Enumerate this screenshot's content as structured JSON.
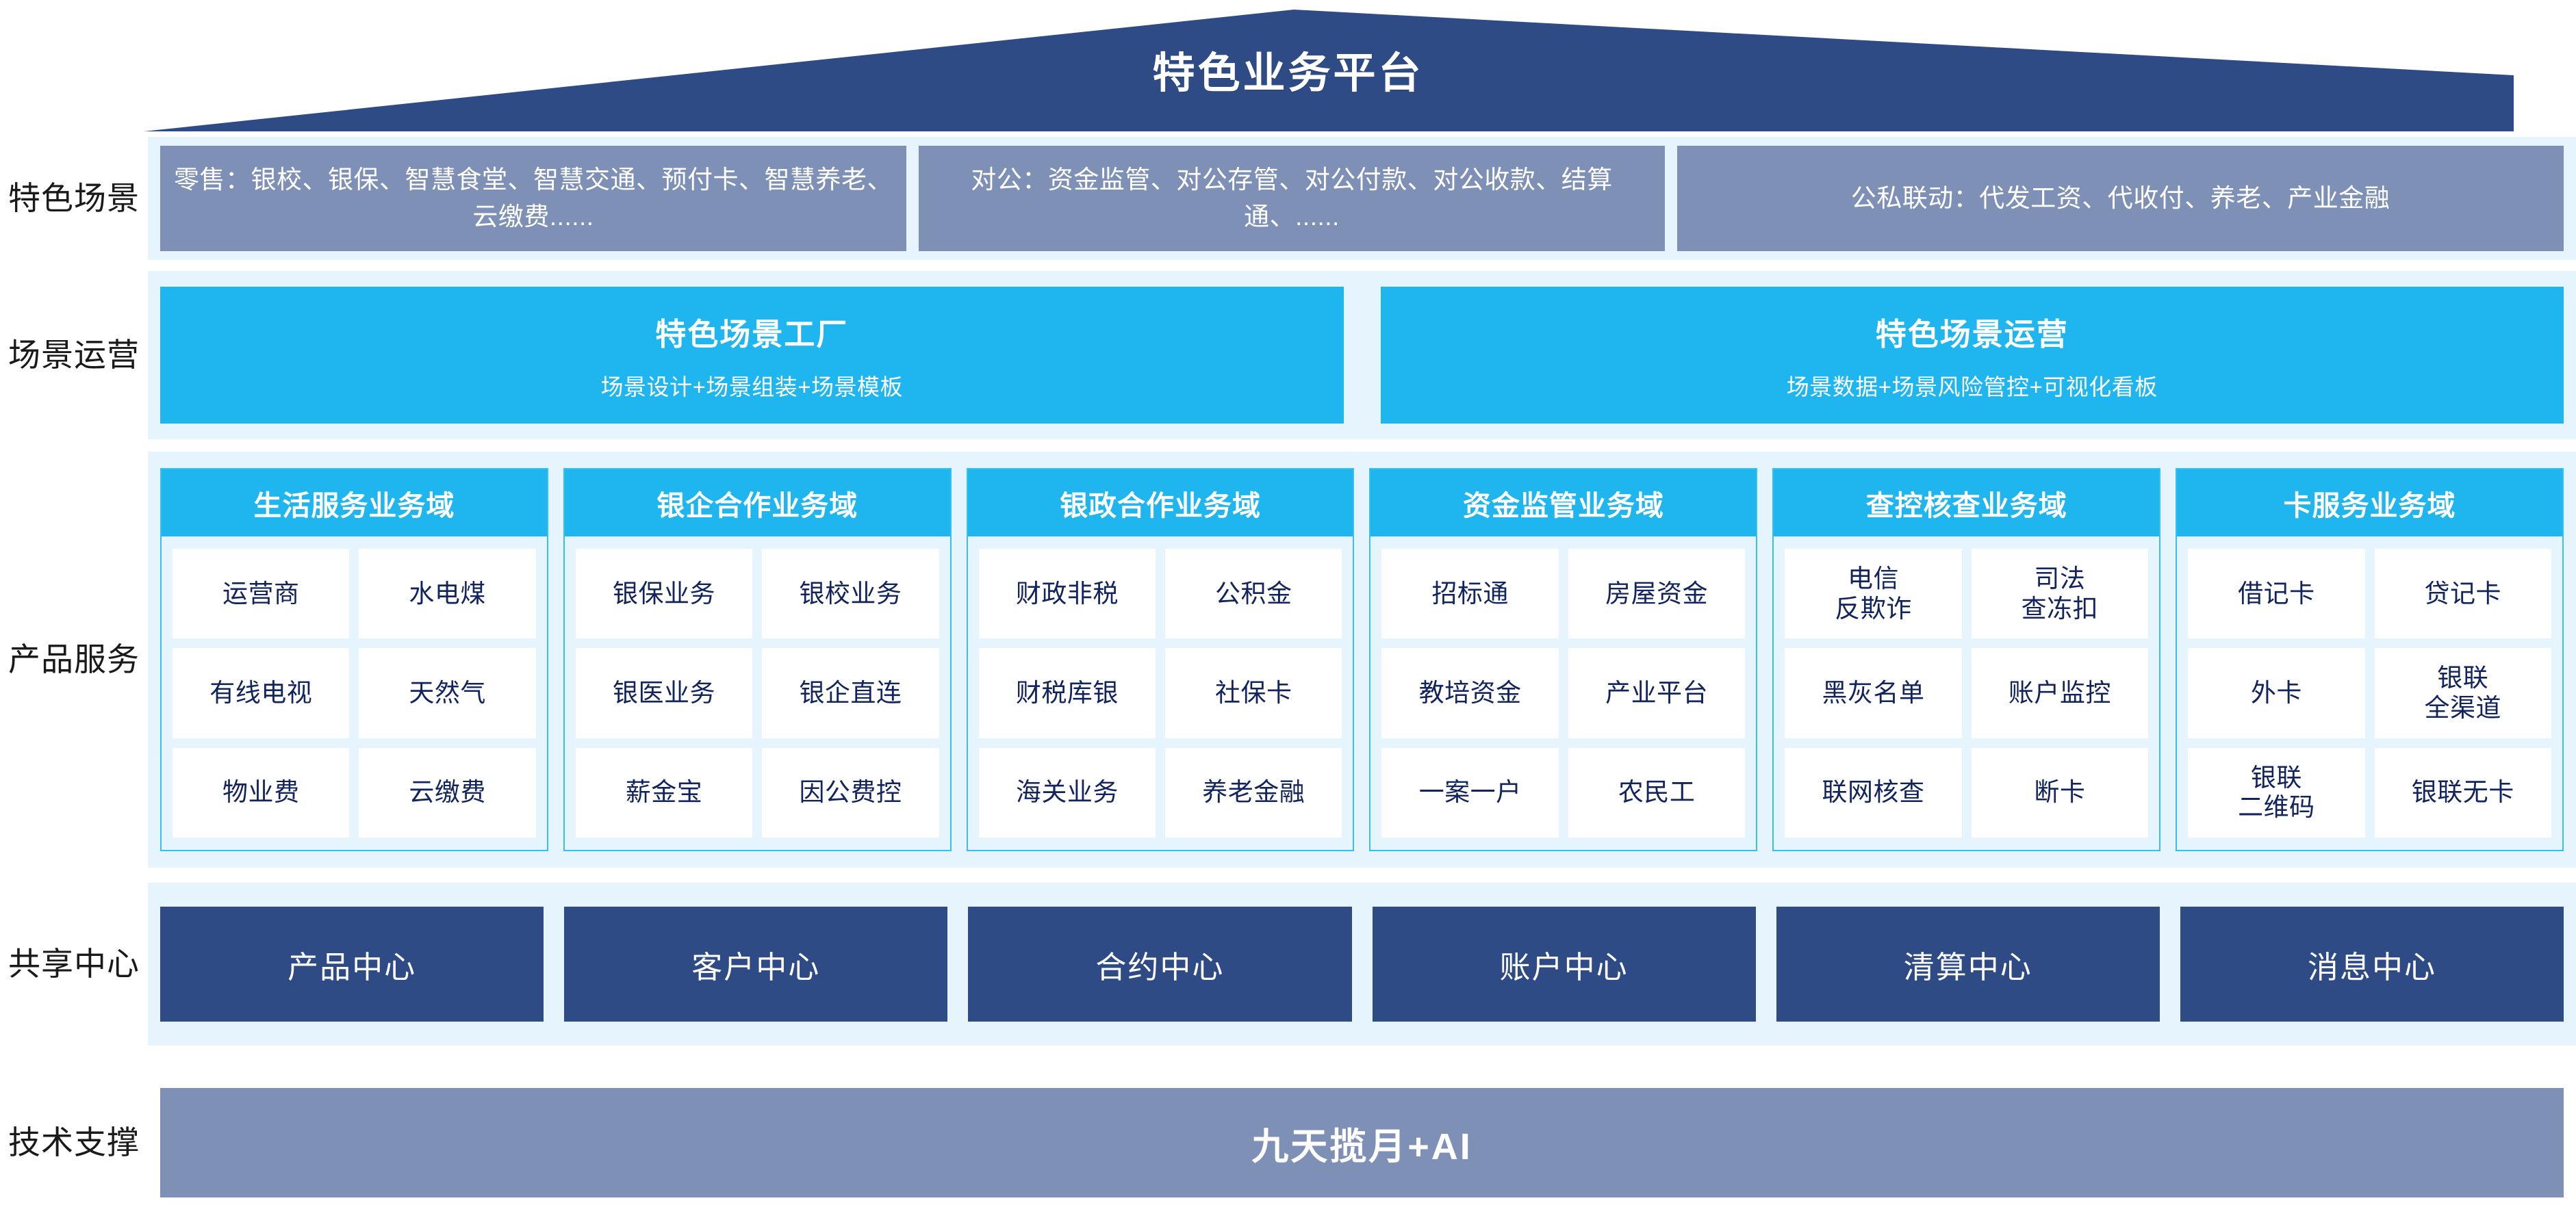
{
  "header": {
    "title": "特色业务平台",
    "colors": {
      "roof": "#2e4b86"
    }
  },
  "palette": {
    "band_bg": "#e6f5fd",
    "scenario_box": "#7e90b5",
    "cyan": "#1fb6ef",
    "navy": "#2e4b86",
    "cell_text": "#12245e",
    "tech_bar": "#7e90b5"
  },
  "rows": {
    "scenarios": {
      "label_line1": "特色",
      "label_line2": "场景",
      "boxes": [
        {
          "text": "零售：银校、银保、智慧食堂、智慧交通、预付卡、智慧养老、云缴费......"
        },
        {
          "text": "对公：资金监管、对公存管、对公付款、对公收款、结算通、......"
        },
        {
          "text": "公私联动：代发工资、代收付、养老、产业金融"
        }
      ]
    },
    "operations": {
      "label_line1": "场景",
      "label_line2": "运营",
      "boxes": [
        {
          "title": "特色场景工厂",
          "subtitle": "场景设计+场景组装+场景模板"
        },
        {
          "title": "特色场景运营",
          "subtitle": "场景数据+场景风险管控+可视化看板"
        }
      ]
    },
    "products": {
      "label_line1": "产品",
      "label_line2": "服务",
      "domains": [
        {
          "title": "生活服务业务域",
          "items": [
            "运营商",
            "水电煤",
            "有线电视",
            "天然气",
            "物业费",
            "云缴费"
          ]
        },
        {
          "title": "银企合作业务域",
          "items": [
            "银保业务",
            "银校业务",
            "银医业务",
            "银企直连",
            "薪金宝",
            "因公费控"
          ]
        },
        {
          "title": "银政合作业务域",
          "items": [
            "财政非税",
            "公积金",
            "财税库银",
            "社保卡",
            "海关业务",
            "养老金融"
          ]
        },
        {
          "title": "资金监管业务域",
          "items": [
            "招标通",
            "房屋资金",
            "教培资金",
            "产业平台",
            "一案一户",
            "农民工"
          ]
        },
        {
          "title": "查控核查业务域",
          "items": [
            "电信\n反欺诈",
            "司法\n查冻扣",
            "黑灰名单",
            "账户监控",
            "联网核查",
            "断卡"
          ]
        },
        {
          "title": "卡服务业务域",
          "items": [
            "借记卡",
            "贷记卡",
            "外卡",
            "银联\n全渠道",
            "银联\n二维码",
            "银联无卡"
          ]
        }
      ]
    },
    "shared": {
      "label_line1": "共享",
      "label_line2": "中心",
      "boxes": [
        "产品中心",
        "客户中心",
        "合约中心",
        "账户中心",
        "清算中心",
        "消息中心"
      ]
    },
    "tech": {
      "label_line1": "技术",
      "label_line2": "支撑",
      "bar_text": "九天揽月+AI"
    }
  }
}
